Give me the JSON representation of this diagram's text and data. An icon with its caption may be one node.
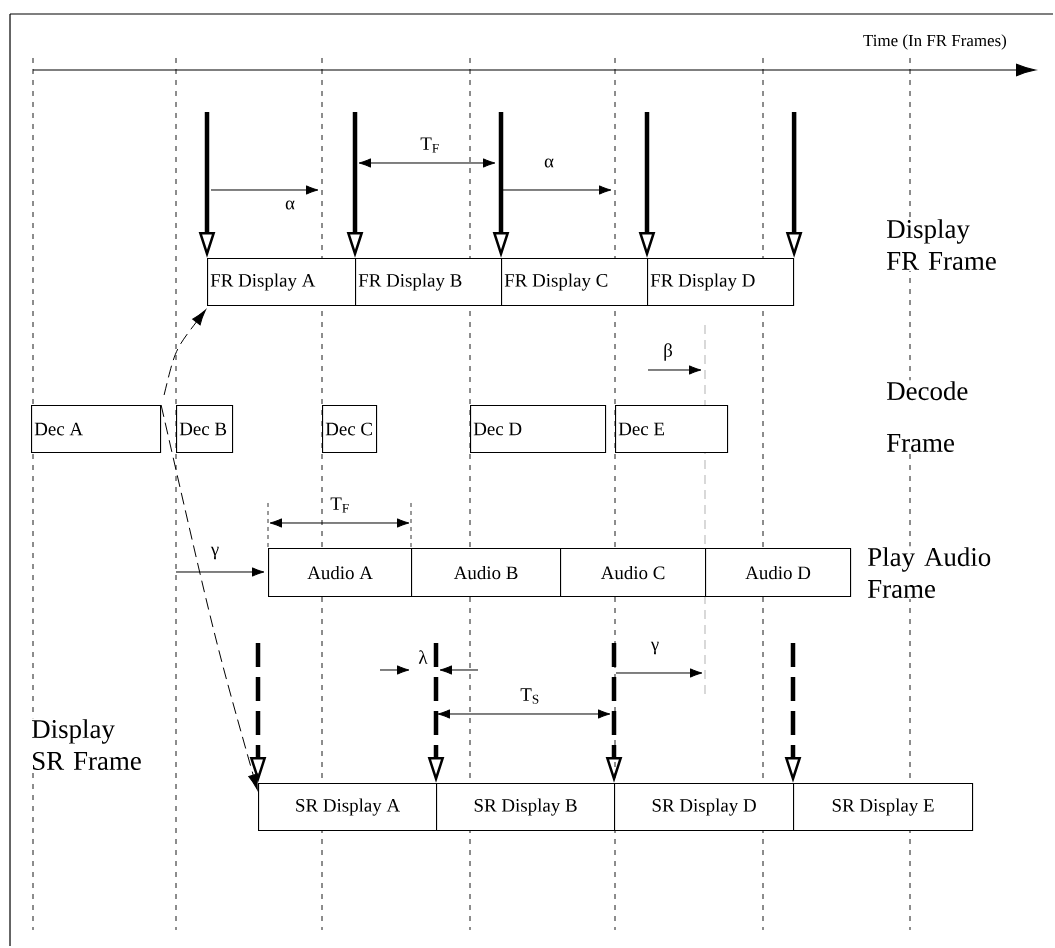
{
  "diagram": {
    "nodes": [
      {
        "text": [
          "FR Display A"
        ]
      },
      {
        "text": [
          "FR Display B"
        ]
      },
      {
        "text": [
          "FR Display C"
        ]
      },
      {
        "text": [
          "FR Display D"
        ]
      },
      {
        "text": [
          "Dec A"
        ]
      },
      {
        "text": [
          "Dec B"
        ]
      },
      {
        "text": [
          "Dec C"
        ]
      },
      {
        "text": [
          "Dec D"
        ]
      },
      {
        "text": [
          "Dec E"
        ]
      },
      {
        "text": [
          "Audio A"
        ]
      },
      {
        "text": [
          "Audio B"
        ]
      },
      {
        "text": [
          "Audio C"
        ]
      },
      {
        "text": [
          "Audio D"
        ]
      },
      {
        "text": [
          "SR Display A"
        ]
      },
      {
        "text": [
          "SR Display B"
        ]
      },
      {
        "text": [
          "SR Display D"
        ]
      },
      {
        "text": [
          "SR Display E"
        ]
      }
    ],
    "edges": [
      {
        "from": null,
        "to": 0,
        "arrow": "to"
      },
      {
        "from": null,
        "to": 1,
        "arrow": "to"
      },
      {
        "from": null,
        "to": 2,
        "arrow": "to"
      },
      {
        "from": null,
        "to": 3,
        "arrow": "to"
      },
      {
        "from": null,
        "to": 3,
        "arrow": "to"
      },
      {
        "from": 4,
        "to": 0,
        "arrow": "to",
        "style": "dashed"
      },
      {
        "from": 4,
        "to": 13,
        "arrow": "to",
        "style": "dashed"
      },
      {
        "from": null,
        "to": 13,
        "arrow": "to",
        "style": "dashed"
      },
      {
        "from": null,
        "to": 14,
        "arrow": "to",
        "style": "dashed"
      },
      {
        "from": null,
        "to": 15,
        "arrow": "to",
        "style": "dashed"
      },
      {
        "from": null,
        "to": 16,
        "arrow": "to",
        "style": "dashed"
      }
    ],
    "labels": [
      "Time (In FR Frames)",
      "T$_{F}$",
      "α",
      "α",
      "Display FR Frame",
      "β",
      "Decode Frame",
      "T$_{F}$",
      "γ",
      "Play Audio Frame",
      "λ",
      "γ",
      "T$_{S}$",
      "Display SR Frame"
    ]
  }
}
